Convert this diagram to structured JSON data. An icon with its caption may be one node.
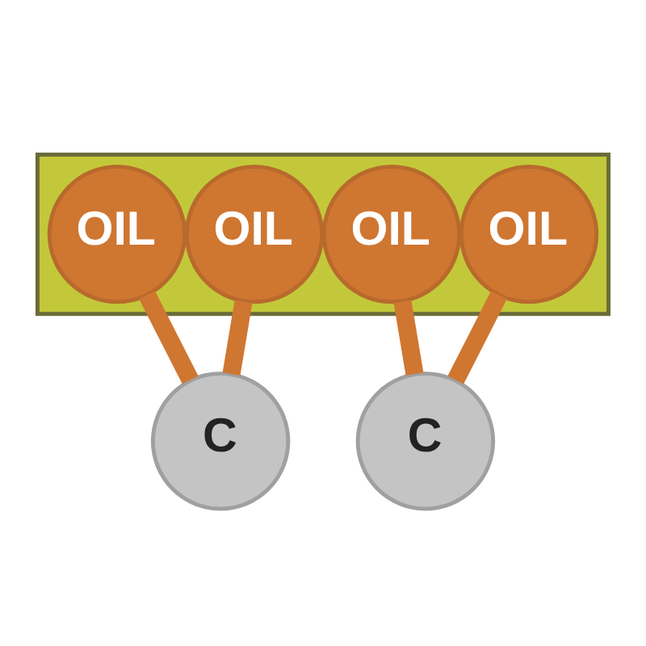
{
  "diagram": {
    "nodes": [
      {
        "text": [],
        "shape": "bar"
      },
      {
        "text": [
          "OIL"
        ],
        "in": 0
      },
      {
        "text": [
          "OIL"
        ],
        "in": 0
      },
      {
        "text": [
          "OIL"
        ],
        "in": 0
      },
      {
        "text": [
          "OIL"
        ],
        "in": 0
      },
      {
        "text": [
          "C"
        ]
      },
      {
        "text": [
          "C"
        ]
      }
    ],
    "edges": [
      {
        "from": 1,
        "to": 5,
        "arrow": "none"
      },
      {
        "from": 2,
        "to": 5,
        "arrow": "none"
      },
      {
        "from": 3,
        "to": 6,
        "arrow": "none"
      },
      {
        "from": 4,
        "to": 6,
        "arrow": "none"
      }
    ]
  }
}
